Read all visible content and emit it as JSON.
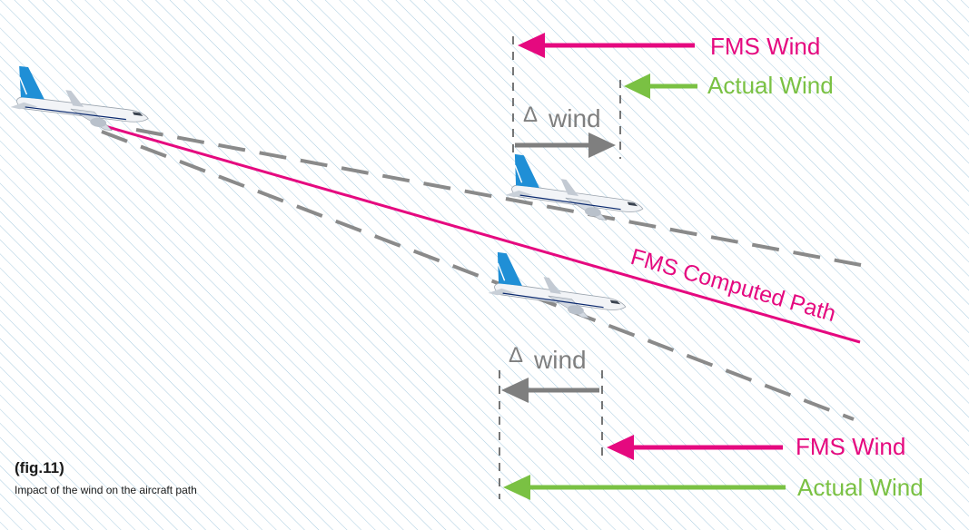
{
  "colors": {
    "fms": "#e5097f",
    "actual": "#7ac143",
    "delta": "#7f7f7f",
    "path_dashed": "#8a8a8a",
    "hatch": "#a9cce0"
  },
  "labels": {
    "fms_wind_top": "FMS Wind",
    "actual_wind_top": "Actual Wind",
    "delta_symbol": "Δ",
    "delta_word": "wind",
    "fms_path": "FMS Computed Path",
    "fms_wind_bottom": "FMS Wind",
    "actual_wind_bottom": "Actual Wind"
  },
  "caption": {
    "figure": "(fig.11)",
    "text": "Impact of the wind on the aircraft path"
  },
  "icons": {
    "aircraft": "aircraft-icon"
  }
}
